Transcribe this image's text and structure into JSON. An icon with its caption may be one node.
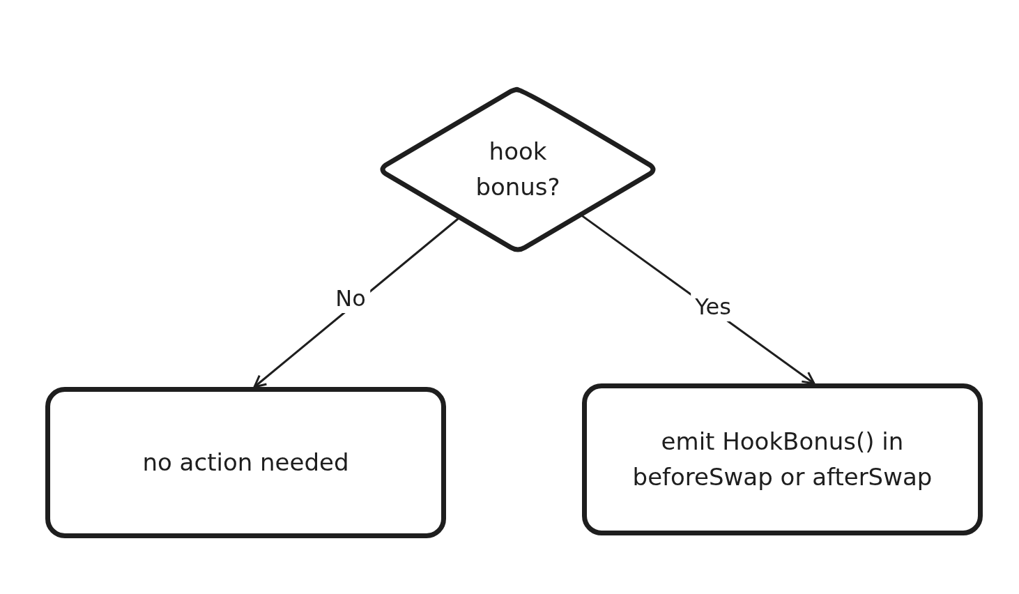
{
  "diagram": {
    "nodes": [
      {
        "text": [
          "hook bonus?"
        ]
      },
      {
        "text": [
          "no action needed"
        ]
      },
      {
        "text": [
          "emit HookBonus() in beforeSwap or afterSwap"
        ]
      }
    ],
    "edges": [
      {
        "from": 0,
        "to": 1,
        "arrow": "to",
        "label": "No"
      },
      {
        "from": 0,
        "to": 2,
        "arrow": "to",
        "label": "Yes"
      }
    ]
  }
}
